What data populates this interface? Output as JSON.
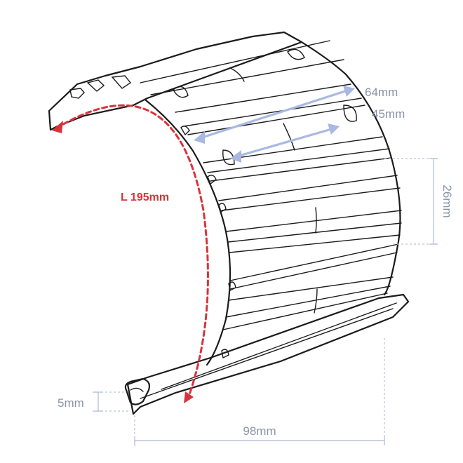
{
  "dimensions": {
    "width_top": "64mm",
    "width_inner": "45mm",
    "height": "26mm",
    "lip": "5mm",
    "depth": "98mm",
    "arc_length": "L 195mm"
  },
  "colors": {
    "arc": "#d9333a",
    "width_arrows": "#a9b9e4",
    "dimension_lines": "#b8c3d8",
    "outline": "#1b1b1b"
  }
}
